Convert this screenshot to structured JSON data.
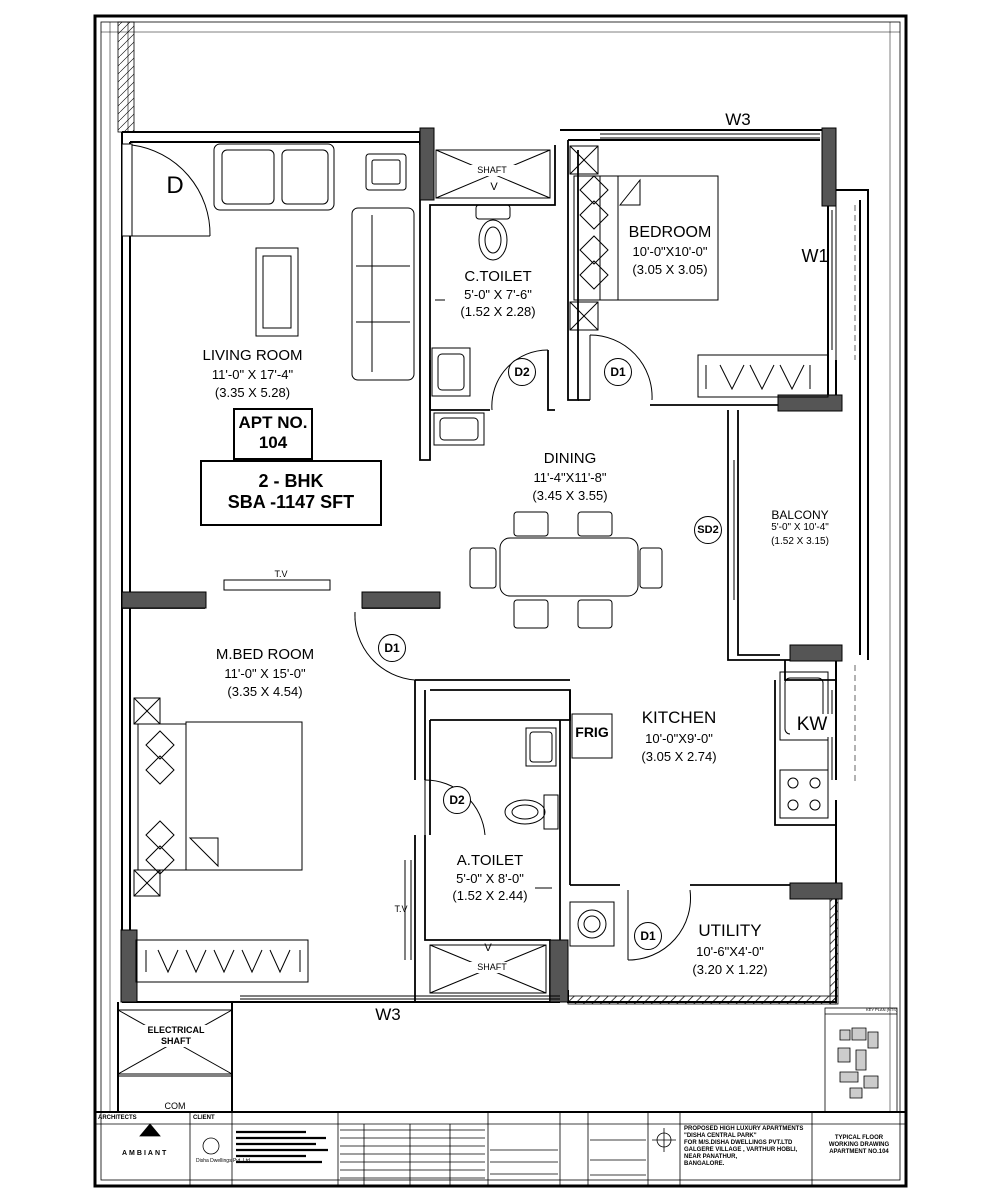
{
  "rooms": {
    "living": {
      "name": "LIVING ROOM",
      "dim_ft": "11'-0\" X 17'-4\"",
      "dim_m": "(3.35 X 5.28)"
    },
    "ctoilet": {
      "name": "C.TOILET",
      "dim_ft": "5'-0\" X 7'-6\"",
      "dim_m": "(1.52 X 2.28)"
    },
    "bedroom": {
      "name": "BEDROOM",
      "dim_ft": "10'-0\"X10'-0\"",
      "dim_m": "(3.05 X 3.05)"
    },
    "dining": {
      "name": "DINING",
      "dim_ft": "11'-4\"X11'-8\"",
      "dim_m": "(3.45 X 3.55)"
    },
    "balcony": {
      "name": "BALCONY",
      "dim_ft": "5'-0\" X 10'-4\"",
      "dim_m": "(1.52 X 3.15)"
    },
    "mbed": {
      "name": "M.BED ROOM",
      "dim_ft": "11'-0\" X 15'-0\"",
      "dim_m": "(3.35 X 4.54)"
    },
    "kitchen": {
      "name": "KITCHEN",
      "dim_ft": "10'-0\"X9'-0\"",
      "dim_m": "(3.05 X 2.74)"
    },
    "atoilet": {
      "name": "A.TOILET",
      "dim_ft": "5'-0\" X 8'-0\"",
      "dim_m": "(1.52 X 2.44)"
    },
    "utility": {
      "name": "UTILITY",
      "dim_ft": "10'-6\"X4'-0\"",
      "dim_m": "(3.20 X 1.22)"
    }
  },
  "apt": {
    "label": "APT NO.",
    "number": "104",
    "type": "2 - BHK",
    "area": "SBA -1147 SFT"
  },
  "tags": {
    "door_main": "D",
    "d1": "D1",
    "d2": "D2",
    "sd2": "SD2",
    "w1": "W1",
    "w3": "W3",
    "kw": "KW",
    "frig": "FRIG",
    "shaft": "SHAFT",
    "tv": "T.V",
    "v": "V",
    "electrical_shaft_1": "ELECTRICAL",
    "electrical_shaft_2": "SHAFT",
    "com": "COM"
  },
  "title_block": {
    "architects": "ARCHITECTS",
    "architect_firm": "AMBIANT",
    "client": "CLIENT",
    "client_name": "Disha Dwellings Pvt. Ltd.",
    "project_1": "PROPOSED HIGH LUXURY APARTMENTS",
    "project_2": "\"DISHA CENTRAL PARK\"",
    "project_3": "FOR M/S.DISHA DWELLINGS PVT.LTD",
    "project_4": "GALGERE VILLAGE , VARTHUR HOBLI,",
    "project_5": "NEAR PANATHUR,",
    "project_6": "BANGALORE.",
    "sheet_1": "TYPICAL FLOOR",
    "sheet_2": "WORKING DRAWING",
    "sheet_3": "APARTMENT NO.104",
    "key_plan": "KEY PLAN (NTS)"
  },
  "colors": {
    "wall": "#555555",
    "line": "#000000",
    "bg": "#ffffff"
  }
}
